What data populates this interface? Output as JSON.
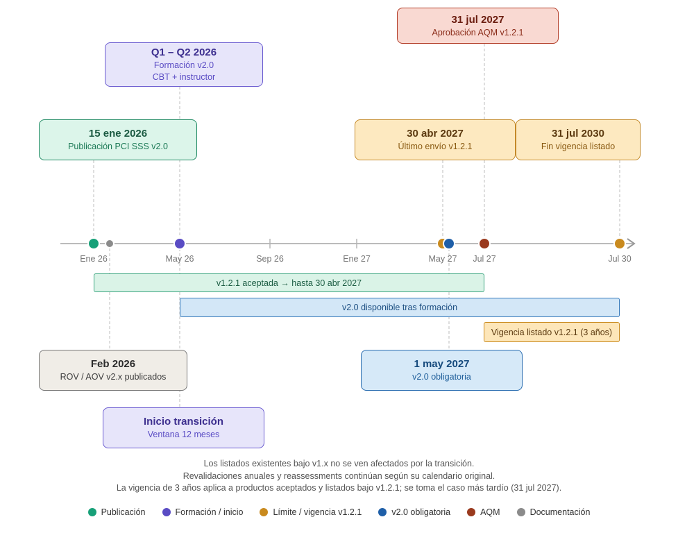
{
  "colors": {
    "publicacion": "#17a078",
    "formacion": "#5a4cc4",
    "limite": "#c98a1e",
    "obligatoria": "#1f5fa8",
    "aqm": "#9a3a1e",
    "documentacion": "#8b8b8b",
    "axis": "#bbbbbb",
    "guide": "#bdbdbd"
  },
  "axis_ticks": [
    "Ene 26",
    "May 26",
    "Sep 26",
    "Ene 27",
    "May 27",
    "Jul 27",
    "Jul 30"
  ],
  "milestones": [
    {
      "id": "pub",
      "title": "15 ene 2026",
      "subtitle": "Publicación PCI SSS v2.0",
      "category": "publicacion"
    },
    {
      "id": "form",
      "title": "Q1 – Q2 2026",
      "subtitle": "Formación v2.0",
      "subtitle2": "CBT + instructor",
      "category": "formacion"
    },
    {
      "id": "last",
      "title": "30 abr 2027",
      "subtitle": "Último envío v1.2.1",
      "category": "limite"
    },
    {
      "id": "aqm",
      "title": "31 jul 2027",
      "subtitle": "Aprobación AQM v1.2.1",
      "category": "aqm"
    },
    {
      "id": "end",
      "title": "31 jul 2030",
      "subtitle": "Fin vigencia listado",
      "category": "limite"
    },
    {
      "id": "doc",
      "title": "Feb 2026",
      "subtitle": "ROV / AOV v2.x publicados",
      "category": "documentacion"
    },
    {
      "id": "trans",
      "title": "Inicio transición",
      "subtitle": "Ventana 12 meses",
      "category": "formacion"
    },
    {
      "id": "mand",
      "title": "1 may 2027",
      "subtitle": "v2.0 obligatoria",
      "category": "obligatoria"
    }
  ],
  "spans": [
    {
      "id": "v121",
      "label": "v1.2.1 aceptada → hasta 30 abr 2027",
      "category": "publicacion"
    },
    {
      "id": "v20",
      "label": "v2.0 disponible tras formación",
      "category": "obligatoria"
    },
    {
      "id": "vig",
      "label": "Vigencia listado v1.2.1 (3 años)",
      "category": "limite"
    }
  ],
  "notes": [
    "Los listados existentes bajo v1.x no se ven afectados por la transición.",
    "Revalidaciones anuales y reassessments continúan según su calendario original.",
    "La vigencia de 3 años aplica a productos aceptados y listados bajo v1.2.1; se toma el caso más tardío (31 jul 2027)."
  ],
  "legend": [
    {
      "label": "Publicación",
      "category": "publicacion"
    },
    {
      "label": "Formación / inicio",
      "category": "formacion"
    },
    {
      "label": "Límite / vigencia v1.2.1",
      "category": "limite"
    },
    {
      "label": "v2.0 obligatoria",
      "category": "obligatoria"
    },
    {
      "label": "AQM",
      "category": "aqm"
    },
    {
      "label": "Documentación",
      "category": "documentacion"
    }
  ]
}
